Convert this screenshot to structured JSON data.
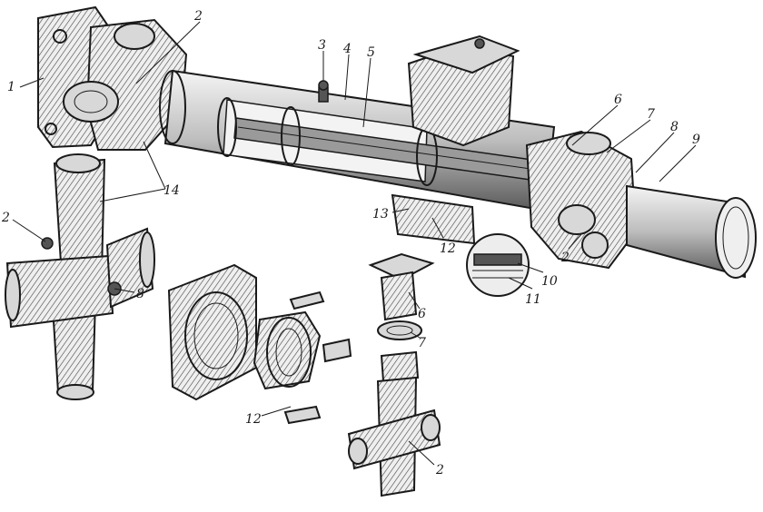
{
  "callouts": {
    "c1": "1",
    "c2_top": "2",
    "c2_left": "2",
    "c2_right": "2",
    "c2_bottom": "2",
    "c3": "3",
    "c4": "4",
    "c5": "5",
    "c6_top": "6",
    "c6_bottom": "6",
    "c7_top": "7",
    "c7_bottom": "7",
    "c8_top": "8",
    "c8_left": "8",
    "c9": "9",
    "c10": "10",
    "c11": "11",
    "c12_mid": "12",
    "c12_bottom": "12",
    "c13": "13",
    "c14": "14"
  }
}
